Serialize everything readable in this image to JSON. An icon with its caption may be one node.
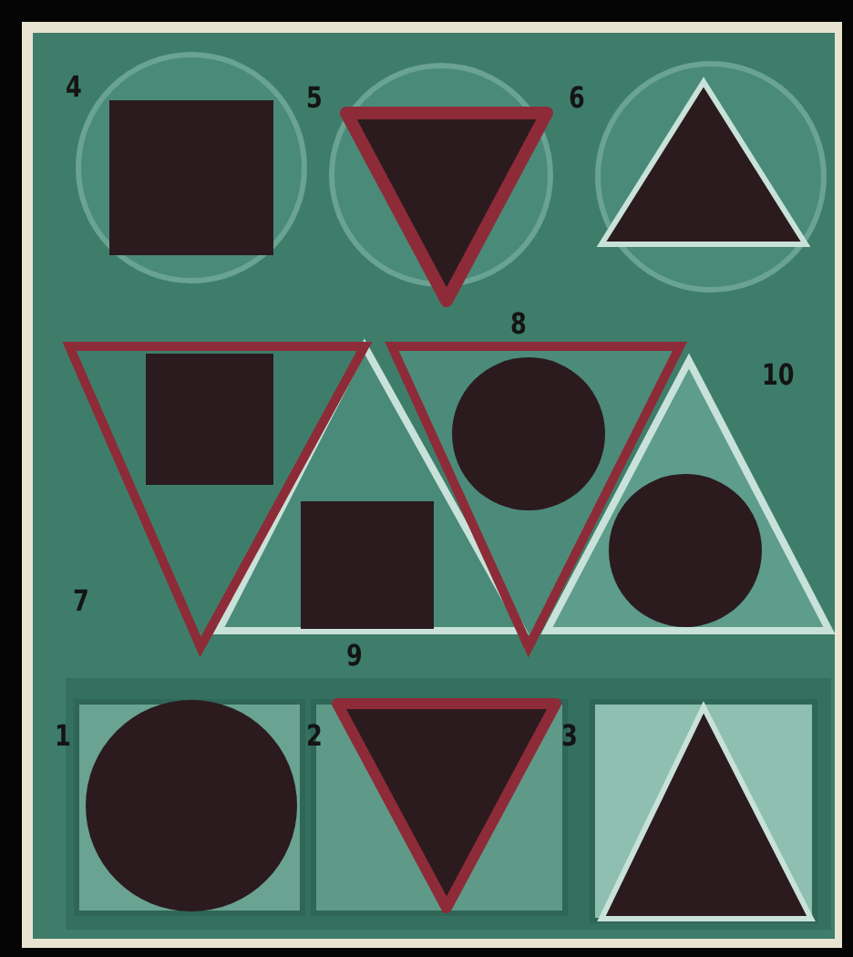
{
  "diagram": {
    "labels": [
      "4",
      "5",
      "6",
      "8",
      "10",
      "7",
      "9",
      "1",
      "2",
      "3"
    ]
  }
}
